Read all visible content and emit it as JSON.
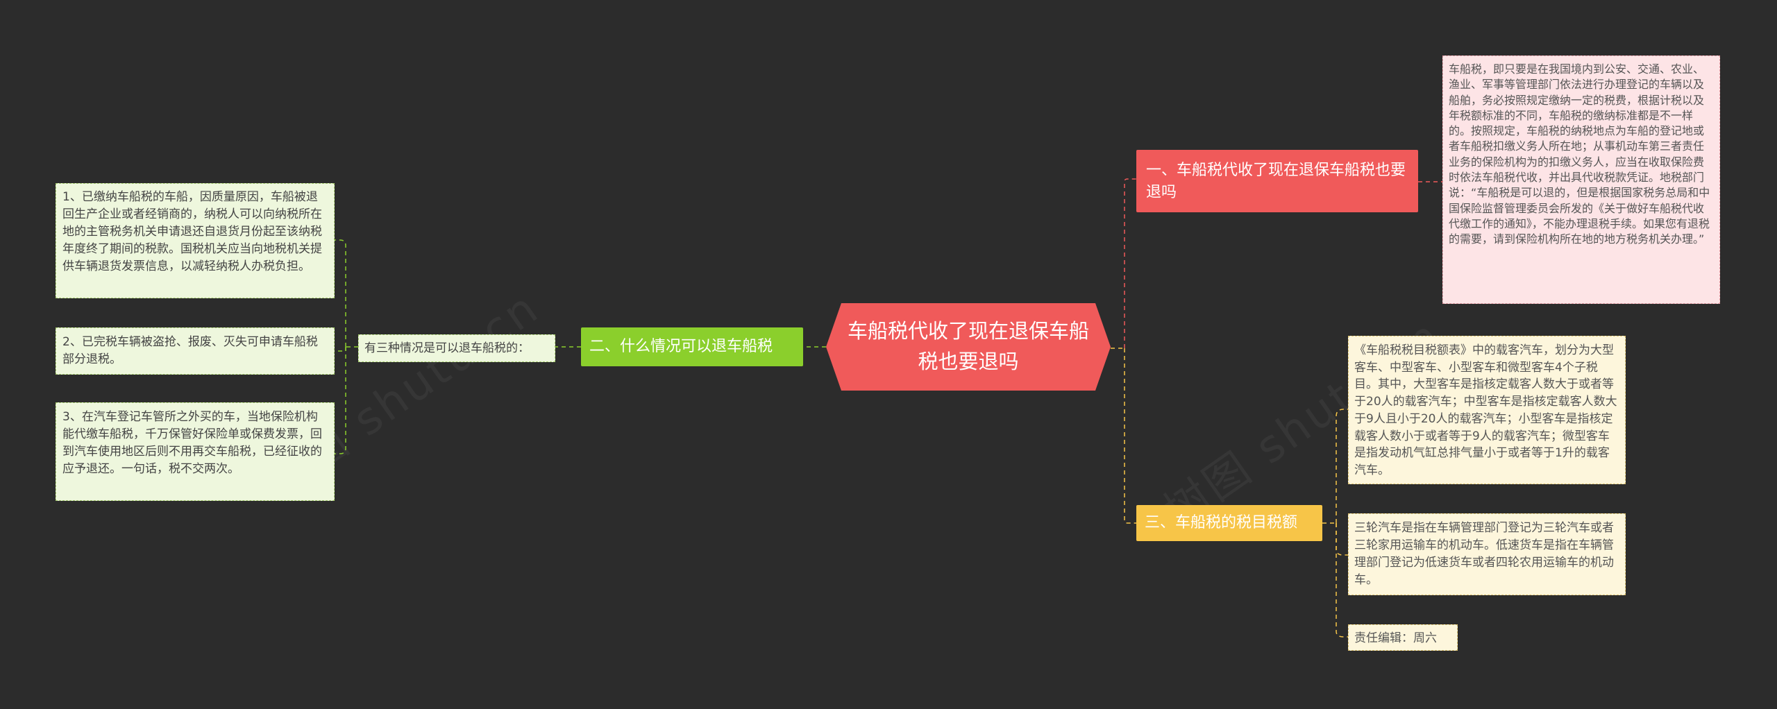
{
  "root": {
    "label": "车船税代收了现在退保车船税也要退吗"
  },
  "branch1": {
    "label": "一、车船税代收了现在退保车船税也要退吗",
    "text": "车船税，即只要是在我国境内到公安、交通、农业、渔业、军事等管理部门依法进行办理登记的车辆以及船舶，务必按照规定缴纳一定的税费，根据计税以及年税额标准的不同，车船税的缴纳标准都是不一样的。按照规定，车船税的纳税地点为车船的登记地或者车船税扣缴义务人所在地；从事机动车第三者责任业务的保险机构为的扣缴义务人，应当在收取保险费时依法车船税代收，并出具代收税款凭证。地税部门说：“车船税是可以退的，但是根据国家税务总局和中国保险监督管理委员会所发的《关于做好车船税代收代缴工作的通知》，不能办理退税手续。如果您有退税的需要，请到保险机构所在地的地方税务机关办理。”"
  },
  "branch2": {
    "label": "二、什么情况可以退车船税",
    "sub_label": "有三种情况是可以退车船税的：",
    "items": [
      "1、已缴纳车船税的车船，因质量原因，车船被退回生产企业或者经销商的，纳税人可以向纳税所在地的主管税务机关申请退还自退货月份起至该纳税年度终了期间的税款。国税机关应当向地税机关提供车辆退货发票信息，以减轻纳税人办税负担。",
      "2、已完税车辆被盗抢、报废、灭失可申请车船税部分退税。",
      "3、在汽车登记车管所之外买的车，当地保险机构能代缴车船税，千万保管好保险单或保费发票，回到汽车使用地区后则不用再交车船税，已经征收的应予退还。一句话，税不交两次。"
    ]
  },
  "branch3": {
    "label": "三、车船税的税目税额",
    "items": [
      "《车船税税目税额表》中的载客汽车，划分为大型客车、中型客车、小型客车和微型客车4个子税目。其中，大型客车是指核定载客人数大于或者等于20人的载客汽车；中型客车是指核定载客人数大于9人且小于20人的载客汽车；小型客车是指核定载客人数小于或者等于9人的载客汽车；微型客车是指发动机气缸总排气量小于或者等于1升的载客汽车。",
      "三轮汽车是指在车辆管理部门登记为三轮汽车或者三轮家用运输车的机动车。低速货车是指在车辆管理部门登记为低速货车或者四轮农用运输车的机动车。",
      "责任编辑：周六"
    ]
  },
  "colors": {
    "background": "#2c2c2c",
    "root": "#f05a5a",
    "branch1": "#f05a5a",
    "branch2": "#8bcf2c",
    "branch3": "#f7c548",
    "leaf_pink": "#fde4e6",
    "leaf_green": "#eef7dd",
    "leaf_yellow": "#fdf6dc"
  }
}
